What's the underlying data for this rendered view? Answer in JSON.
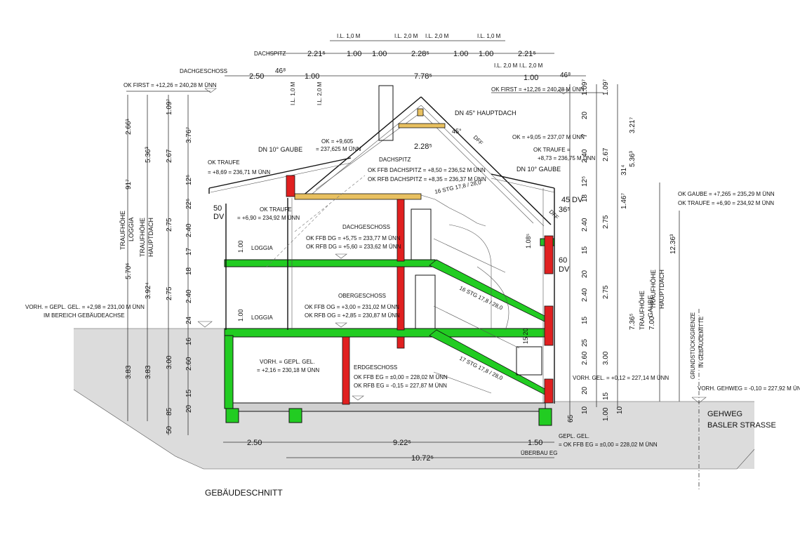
{
  "drawing": {
    "title": "GEBÄUDESCHNITT",
    "street_label_1": "GEHWEG",
    "street_label_2": "BASLER STRASSE",
    "colors": {
      "green": "#22cc22",
      "red": "#e02020",
      "ground": "#d9d9d9",
      "wood": "#e8c060",
      "line": "#111111"
    }
  },
  "top_dims": {
    "row1": [
      "I.L. 1,0 M",
      "I.L. 2,0 M",
      "I.L. 2,0 M",
      "I.L. 1,0 M"
    ],
    "dachspitz_label": "DACHSPITZ",
    "row2": [
      "2.21⁵",
      "1.00",
      "1.00",
      "2.28⁵",
      "1.00",
      "1.00",
      "2.21⁵"
    ],
    "dachgeschoss_label": "DACHGESCHOSS",
    "row3_left": [
      "2.50",
      "46⁸",
      "1.00",
      "7.78⁵"
    ],
    "row3_right": [
      "I.L. 2,0 M",
      "I.L. 2,0 M",
      "1.00",
      "46⁸"
    ],
    "vertical_il": [
      "I.L. 1,0 M",
      "I.L. 2,0 M"
    ]
  },
  "levels": {
    "ok_first_left": "OK FIRST = +12,26 = 240,28 M ÜNN",
    "ok_first_right": "OK FIRST = +12,26 = 240,28 M ÜNN",
    "ok_traufe_left": "OK TRAUFE",
    "ok_traufe_left_val": "= +8,69 = 236,71 M ÜNN",
    "ok_traufe_loggia": "OK TRAUFE",
    "ok_traufe_loggia_val": "= +6,90 = 234,92 M ÜNN",
    "ok_gaube_top": "OK = +9,605",
    "ok_gaube_top_val": "= 237,625 M ÜNN",
    "ok_right_gaube": "OK = +9,05 = 237,07 M ÜNN",
    "ok_traufe_right": "OK TRAUFE =",
    "ok_traufe_right_val": "+8,73 = 236,75 M ÜNN",
    "ok_gaube_far": "OK GAUBE = +7,265 = 235,29 M ÜNN",
    "ok_traufe_far": "OK TRAUFE = +6,90 = 234,92 M ÜNN",
    "vorh_gel_left_1": "VORH. = GEPL. GEL. = +2,98 = 231,00 M ÜNN",
    "vorh_gel_left_2": "IM BEREICH GEBÄUDEACHSE",
    "vorh_gel_inner_1": "VORH. = GEPL. GEL.",
    "vorh_gel_inner_2": "= +2,16 = 230,18 M ÜNN",
    "vorh_gel_right": "VORH. GEL. = +0,12 = 227,14 M ÜNN",
    "vorh_gehweg": "VORH. GEHWEG = -0,10 = 227,92 M ÜNN",
    "gepl_gel_1": "GEPL. GEL.",
    "gepl_gel_2": "= OK FFB EG = ±0,00 = 228,02 M ÜNN"
  },
  "rooms": {
    "dachspitz": "DACHSPITZ",
    "dachspitz_ffb": "OK FFB DACHSPITZ = +8,50 = 236,52 M ÜNN",
    "dachspitz_rfb": "OK RFB DACHSPITZ = +8,35 = 236,37 M ÜNN",
    "dg": "DACHGESCHOSS",
    "dg_ffb": "OK FFB DG = +5,75 = 233,77 M ÜNN",
    "dg_rfb": "OK RFB DG = +5,60 = 233,62 M ÜNN",
    "og": "OBERGESCHOSS",
    "og_ffb": "OK FFB OG = +3,00 = 231,02 M ÜNN",
    "og_rfb": "OK RFB OG = +2,85 = 230,87 M ÜNN",
    "eg": "ERDGESCHOSS",
    "eg_ffb": "OK FFB EG = ±0,00 = 228,02 M ÜNN",
    "eg_rfb": "OK RFB EG = -0,15 = 227,87 M ÜNN",
    "loggia_1": "LOGGIA",
    "loggia_2": "LOGGIA"
  },
  "roof_labels": {
    "dn45": "DN 45° HAUPTDACH",
    "dn10_left": "DN 10° GAUBE",
    "dn10_right": "DN 10° GAUBE",
    "dff_1": "DFF",
    "dff_2": "DFF",
    "dim_228": "2.28⁵",
    "dv_45": "45",
    "dv_45b": "DV",
    "dv_36": "36⁵",
    "dv_60": "60",
    "dv_60b": "DV",
    "dv_50": "50",
    "dv_50b": "DV",
    "deg_45": "45°",
    "stg_top": "16 STG 17,8 / 28,0",
    "stg_mid": "16 STG 17,8 / 28,0",
    "stg_bot": "17 STG 17,8 / 28,0",
    "dim_108": "1.08⁵",
    "dim_100a": "1.00",
    "dim_100b": "1.00",
    "dim_15_20": "15 20"
  },
  "left_dims": {
    "traufe_loggia_1": "TRAUFHÖHE",
    "traufe_loggia_2": "LOGGIA",
    "traufe_haupt_1": "TRAUFHÖHE",
    "traufe_haupt_2": "HAUPTDACH",
    "col1": [
      "2.66¹",
      "91⁷",
      "5.70⁶",
      "3.83"
    ],
    "col2": [
      "5.36³",
      "3.92⁴",
      "3.83"
    ],
    "col3": [
      "1.09⁷",
      "2.67",
      "2.75",
      "2.75",
      "3.00",
      "85",
      "50"
    ],
    "col4": [
      "3.76⁷",
      "12⁵",
      "22⁵",
      "2.40",
      "17",
      "18",
      "2.40",
      "24",
      "16",
      "2.60",
      "15",
      "20"
    ]
  },
  "right_dims": {
    "traufe_gaube_1": "TRAUFHÖHE",
    "traufe_gaube_2": "GAUBE",
    "traufe_haupt_1": "TRAUFHÖHE",
    "traufe_haupt_2": "HAUPTDACH",
    "grenze_1": "GRUNDSTÜCKSGRENZE",
    "grenze_2": "IN GEBÄUDEMITTE",
    "col_a": [
      "1.09⁷",
      "20",
      "7",
      "2.40",
      "12⁵",
      "18",
      "2.40",
      "15",
      "20",
      "2.40",
      "15",
      "25",
      "2.60",
      "20",
      "65",
      "10"
    ],
    "col_b": [
      "1.09⁷",
      "2.67",
      "31⁴",
      "1.46⁷",
      "2.75",
      "2.75",
      "3.00",
      "15",
      "1.00"
    ],
    "col_c": [
      "3.21⁷",
      "5.36³",
      "7.36⁵",
      "7.00",
      "12.36³",
      "10"
    ]
  },
  "bottom_dims": {
    "row1": [
      "2.50",
      "9.22⁵",
      "1.50"
    ],
    "ueberbau": "ÜBERBAU EG",
    "total": "10.72⁵"
  }
}
